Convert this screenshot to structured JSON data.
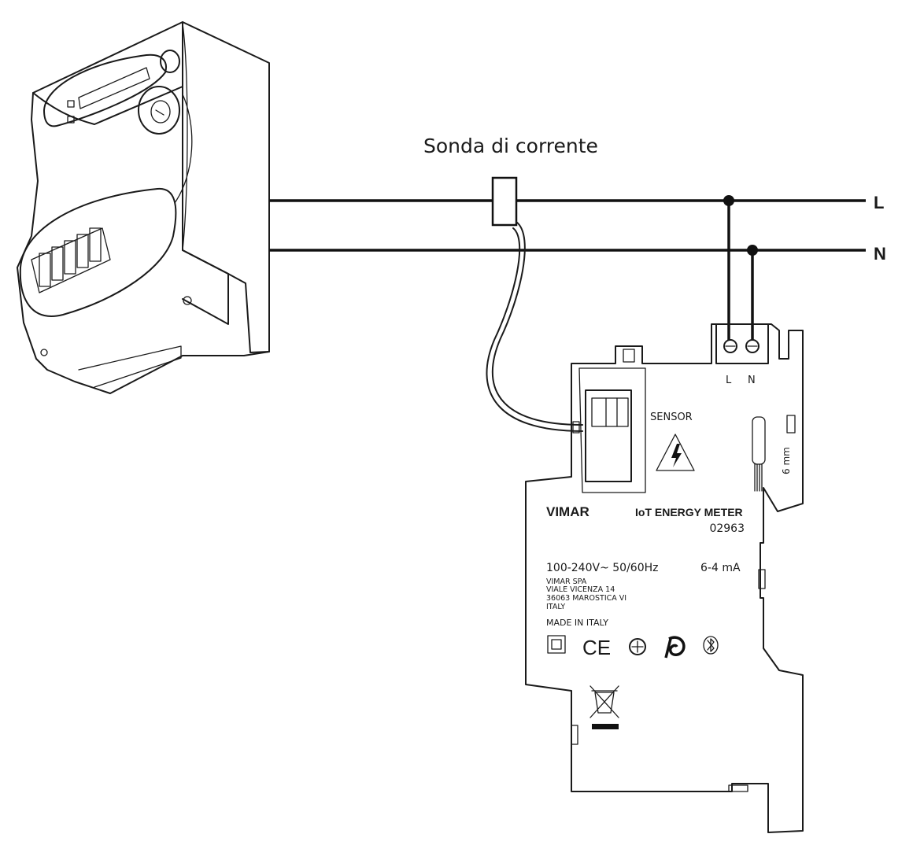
{
  "diagram": {
    "probe_label": "Sonda di corrente",
    "line_labels": {
      "live": "L",
      "neutral": "N"
    },
    "terminal_labels": {
      "live": "L",
      "neutral": "N"
    },
    "device": {
      "sensor_label": "SENSOR",
      "strip_length": "6 mm",
      "brand": "VIMAR",
      "product_name": "IoT  ENERGY METER",
      "product_code": "02963",
      "rating_voltage": "100-240V~  50/60Hz",
      "rating_current": "6-4 mA",
      "address": [
        "VIMAR  SPA",
        "VIALE  VICENZA  14",
        "36063  MAROSTICA  VI",
        "ITALY"
      ],
      "origin": "MADE  IN  ITALY",
      "ce_mark": "CE",
      "marks_icons": [
        "double-insulation-icon",
        "ce-mark-icon",
        "imq-mark-icon",
        "wireless-mark-icon",
        "bluetooth-icon",
        "weee-bin-icon"
      ]
    }
  }
}
